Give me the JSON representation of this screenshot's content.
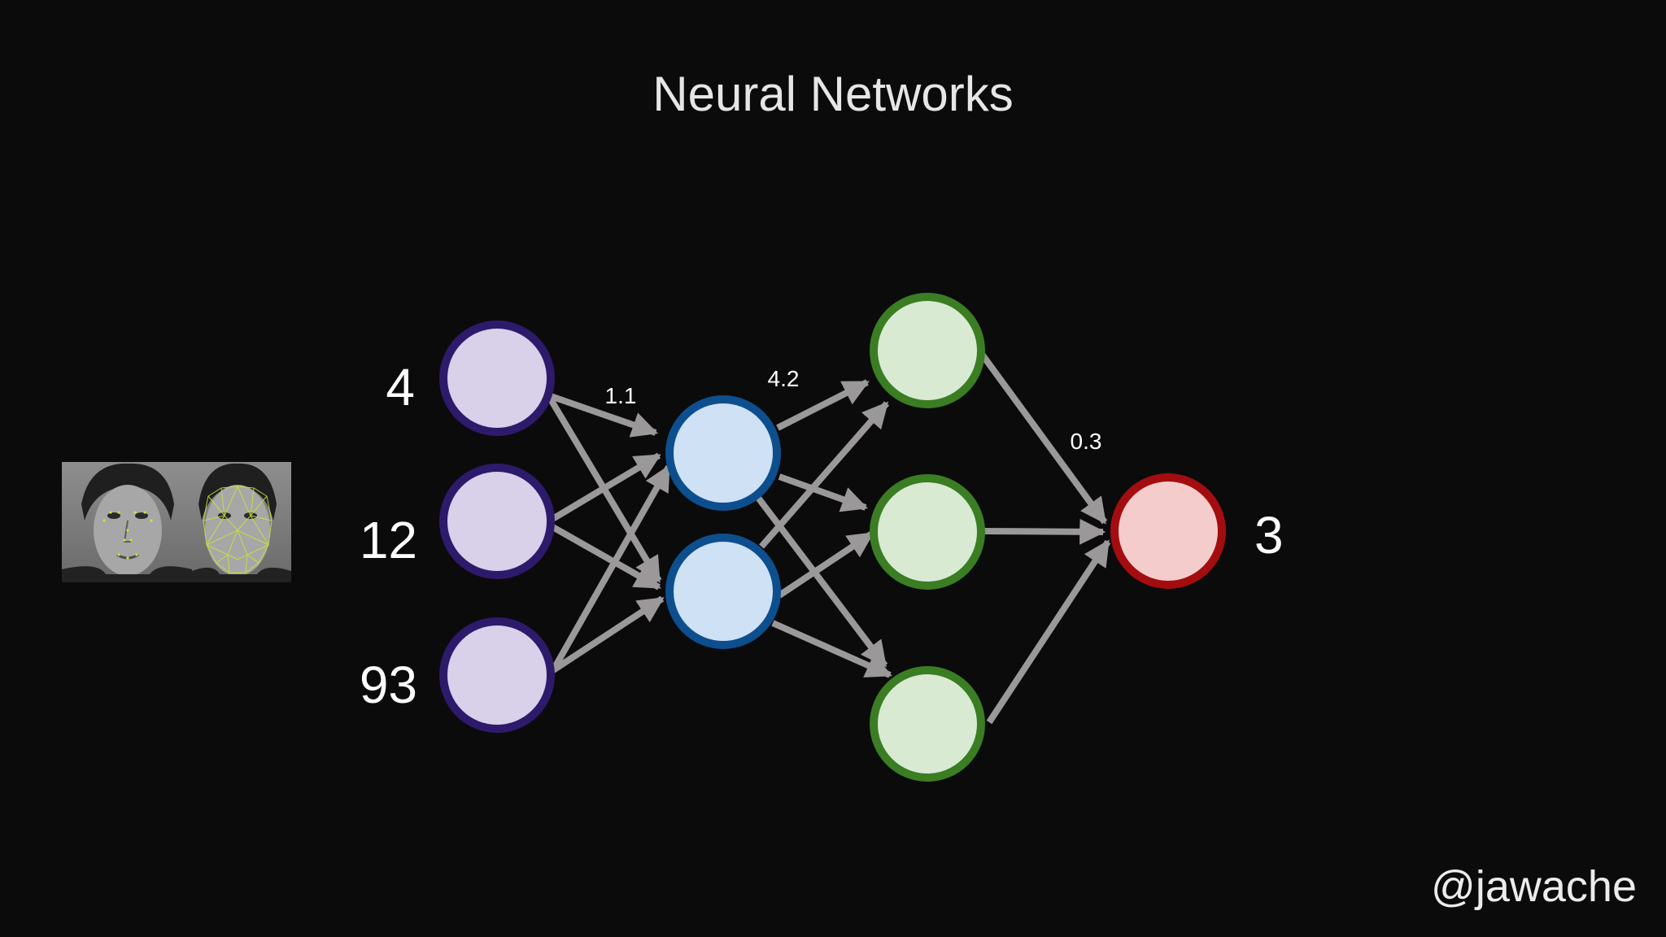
{
  "title": "Neural Networks",
  "inputs": [
    "4",
    "12",
    "93"
  ],
  "output": "3",
  "weights": [
    "1.1",
    "4.2",
    "0.3"
  ],
  "handle": "@jawache",
  "colors": {
    "background": "#0b0b0c",
    "edge": "#9a9899",
    "input_fill": "#d9d0ea",
    "input_stroke": "#2e1a6b",
    "hidden1_fill": "#cfe1f5",
    "hidden1_stroke": "#0d4f8e",
    "hidden2_fill": "#d9ead3",
    "hidden2_stroke": "#3b7d23",
    "output_fill": "#f4cccc",
    "output_stroke": "#a30d10"
  },
  "images": [
    "face-photo",
    "face-landmark-mesh"
  ]
}
